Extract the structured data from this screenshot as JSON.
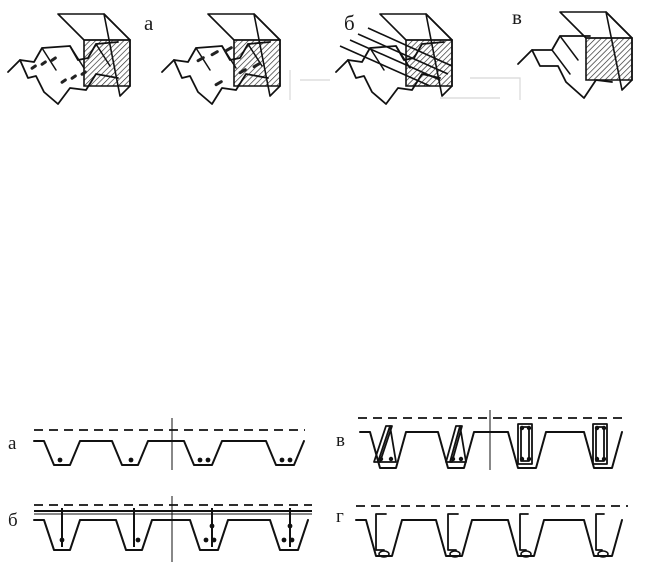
{
  "figure_top": {
    "labels": {
      "a": "а",
      "b": "б",
      "v": "в"
    }
  },
  "figure_bottom": {
    "labels": {
      "a": "а",
      "b": "б",
      "v": "в",
      "g": "г"
    }
  }
}
